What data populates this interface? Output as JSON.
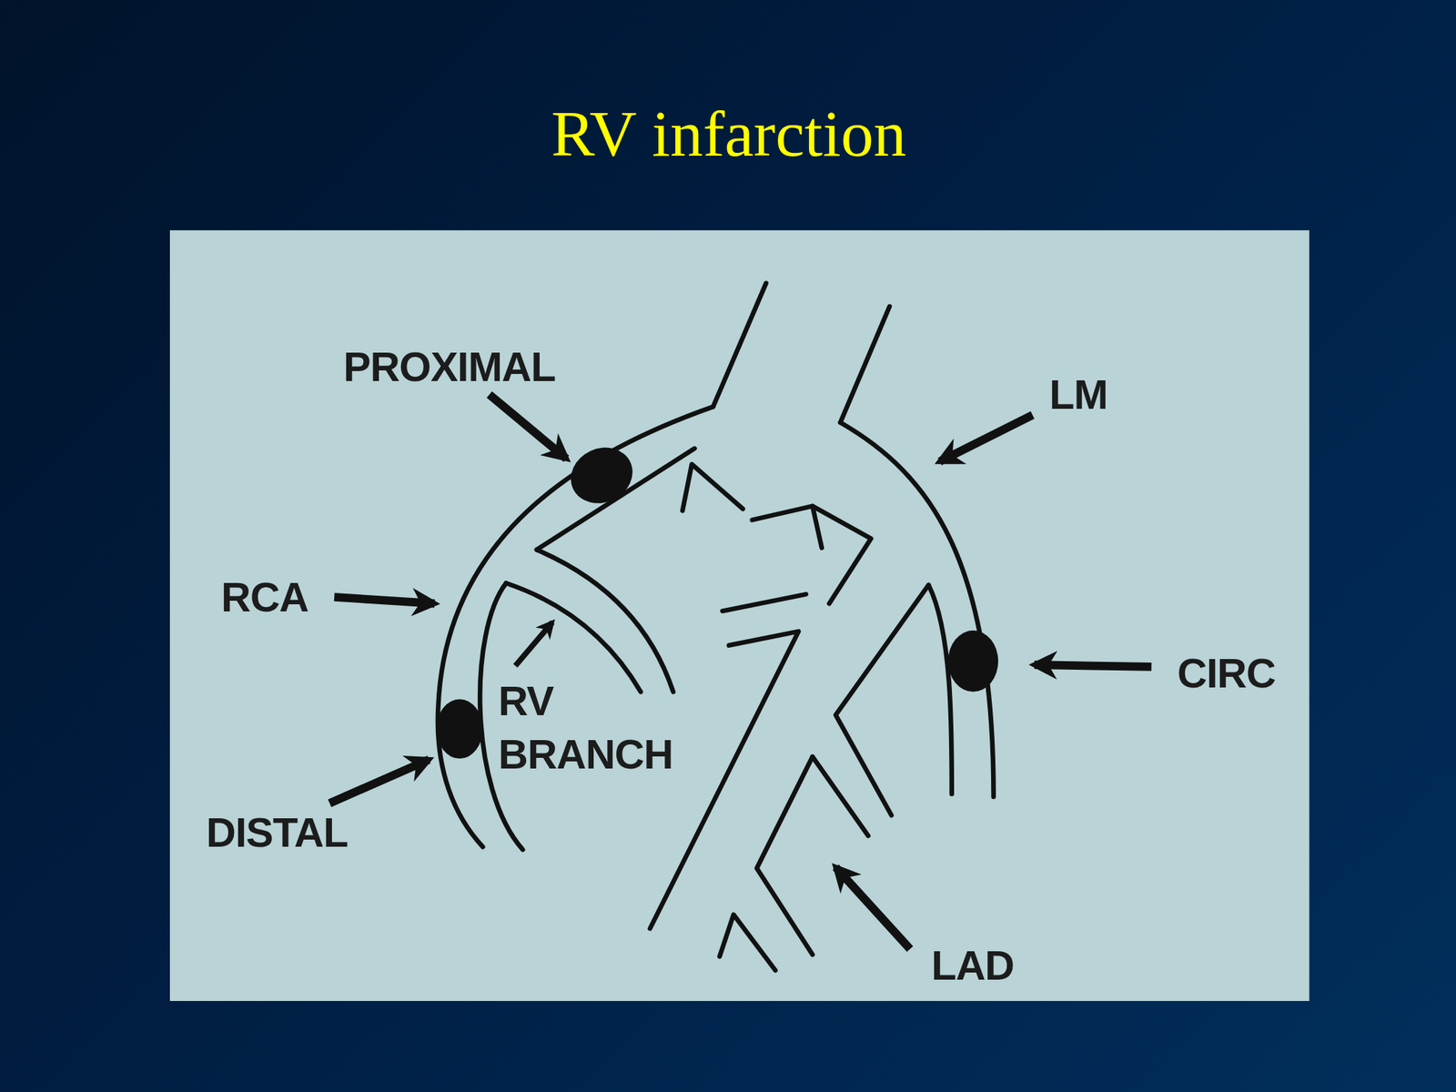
{
  "diagram": {
    "title": "RV infarction",
    "labels": [
      "PROXIMAL",
      "LM",
      "RCA",
      "CIRC",
      "RV BRANCH",
      "DISTAL",
      "LAD"
    ]
  }
}
